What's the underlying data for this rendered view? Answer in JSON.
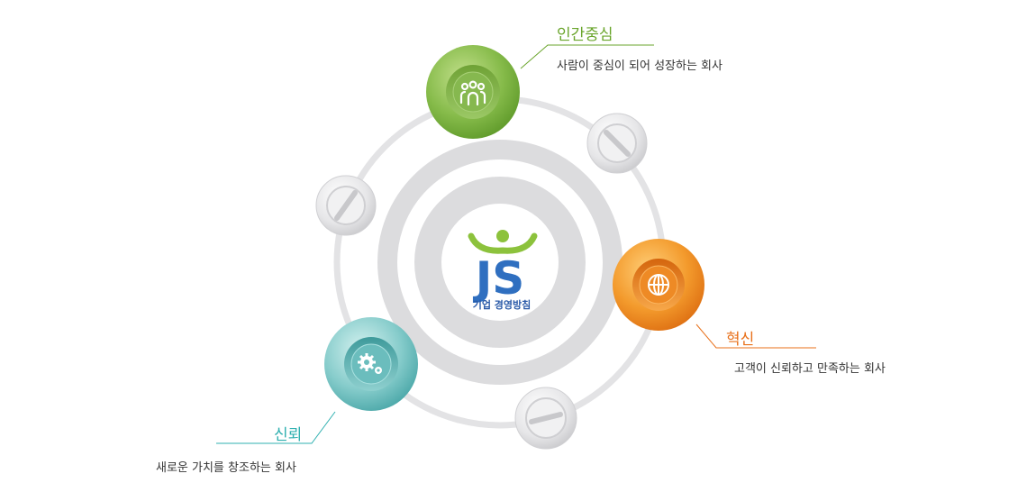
{
  "logo": {
    "mark": "JS",
    "caption": "기업 경영방침"
  },
  "values": {
    "human": {
      "title": "인간중심",
      "desc": "사람이 중심이 되어 성장하는 회사",
      "icon": "people-icon",
      "color": "#7db543"
    },
    "innovation": {
      "title": "혁신",
      "desc": "고객이 신뢰하고 만족하는 회사",
      "icon": "globe-icon",
      "color": "#ee7f1e"
    },
    "trust": {
      "title": "신뢰",
      "desc": "새로운 가치를 창조하는 회사",
      "icon": "gears-icon",
      "color": "#5fb8b8"
    }
  },
  "colors": {
    "ring": "#dcdcde",
    "ring_light": "#e4e4e6"
  }
}
